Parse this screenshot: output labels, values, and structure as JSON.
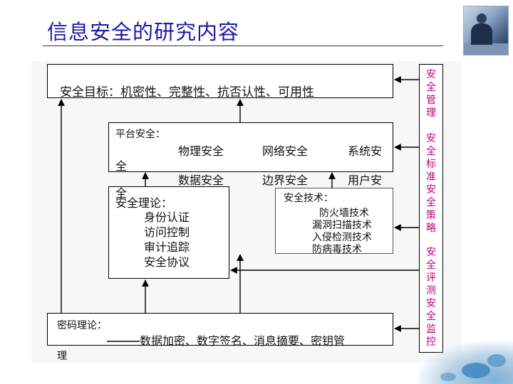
{
  "title": "信息安全的研究内容",
  "goal_box": {
    "text": "安全目标：机密性、完整性、抗否认性、可用性"
  },
  "platform_box": {
    "heading": "平台安全：",
    "row1_a": "物理安全",
    "row1_b": "网络安全",
    "row1_c": "系统安",
    "wrap1": "全",
    "row2_a": "数据安全",
    "row2_b": "边界安全",
    "row2_c": "用户安",
    "wrap2": "全"
  },
  "theory_box": {
    "heading": "安全理论：",
    "items": [
      "身份认证",
      "访问控制",
      "审计追踪",
      "安全协议"
    ]
  },
  "tech_box": {
    "heading": "安全技术：",
    "items": [
      "防火墙技术",
      "漏洞扫描技术",
      "入侵检测技术",
      "防病毒技术"
    ]
  },
  "crypto_box": {
    "heading": "密码理论：",
    "text": "数据加密、数字签名、消息摘要、密钥管",
    "wrap": "理"
  },
  "side_column": {
    "group1": [
      "安",
      "全",
      "管",
      "理"
    ],
    "group2": [
      "安",
      "全",
      "标",
      "准",
      "安",
      "全",
      "策",
      "略"
    ],
    "group3": [
      "安",
      "全",
      "评",
      "测",
      "安",
      "全",
      "监",
      "控"
    ]
  }
}
